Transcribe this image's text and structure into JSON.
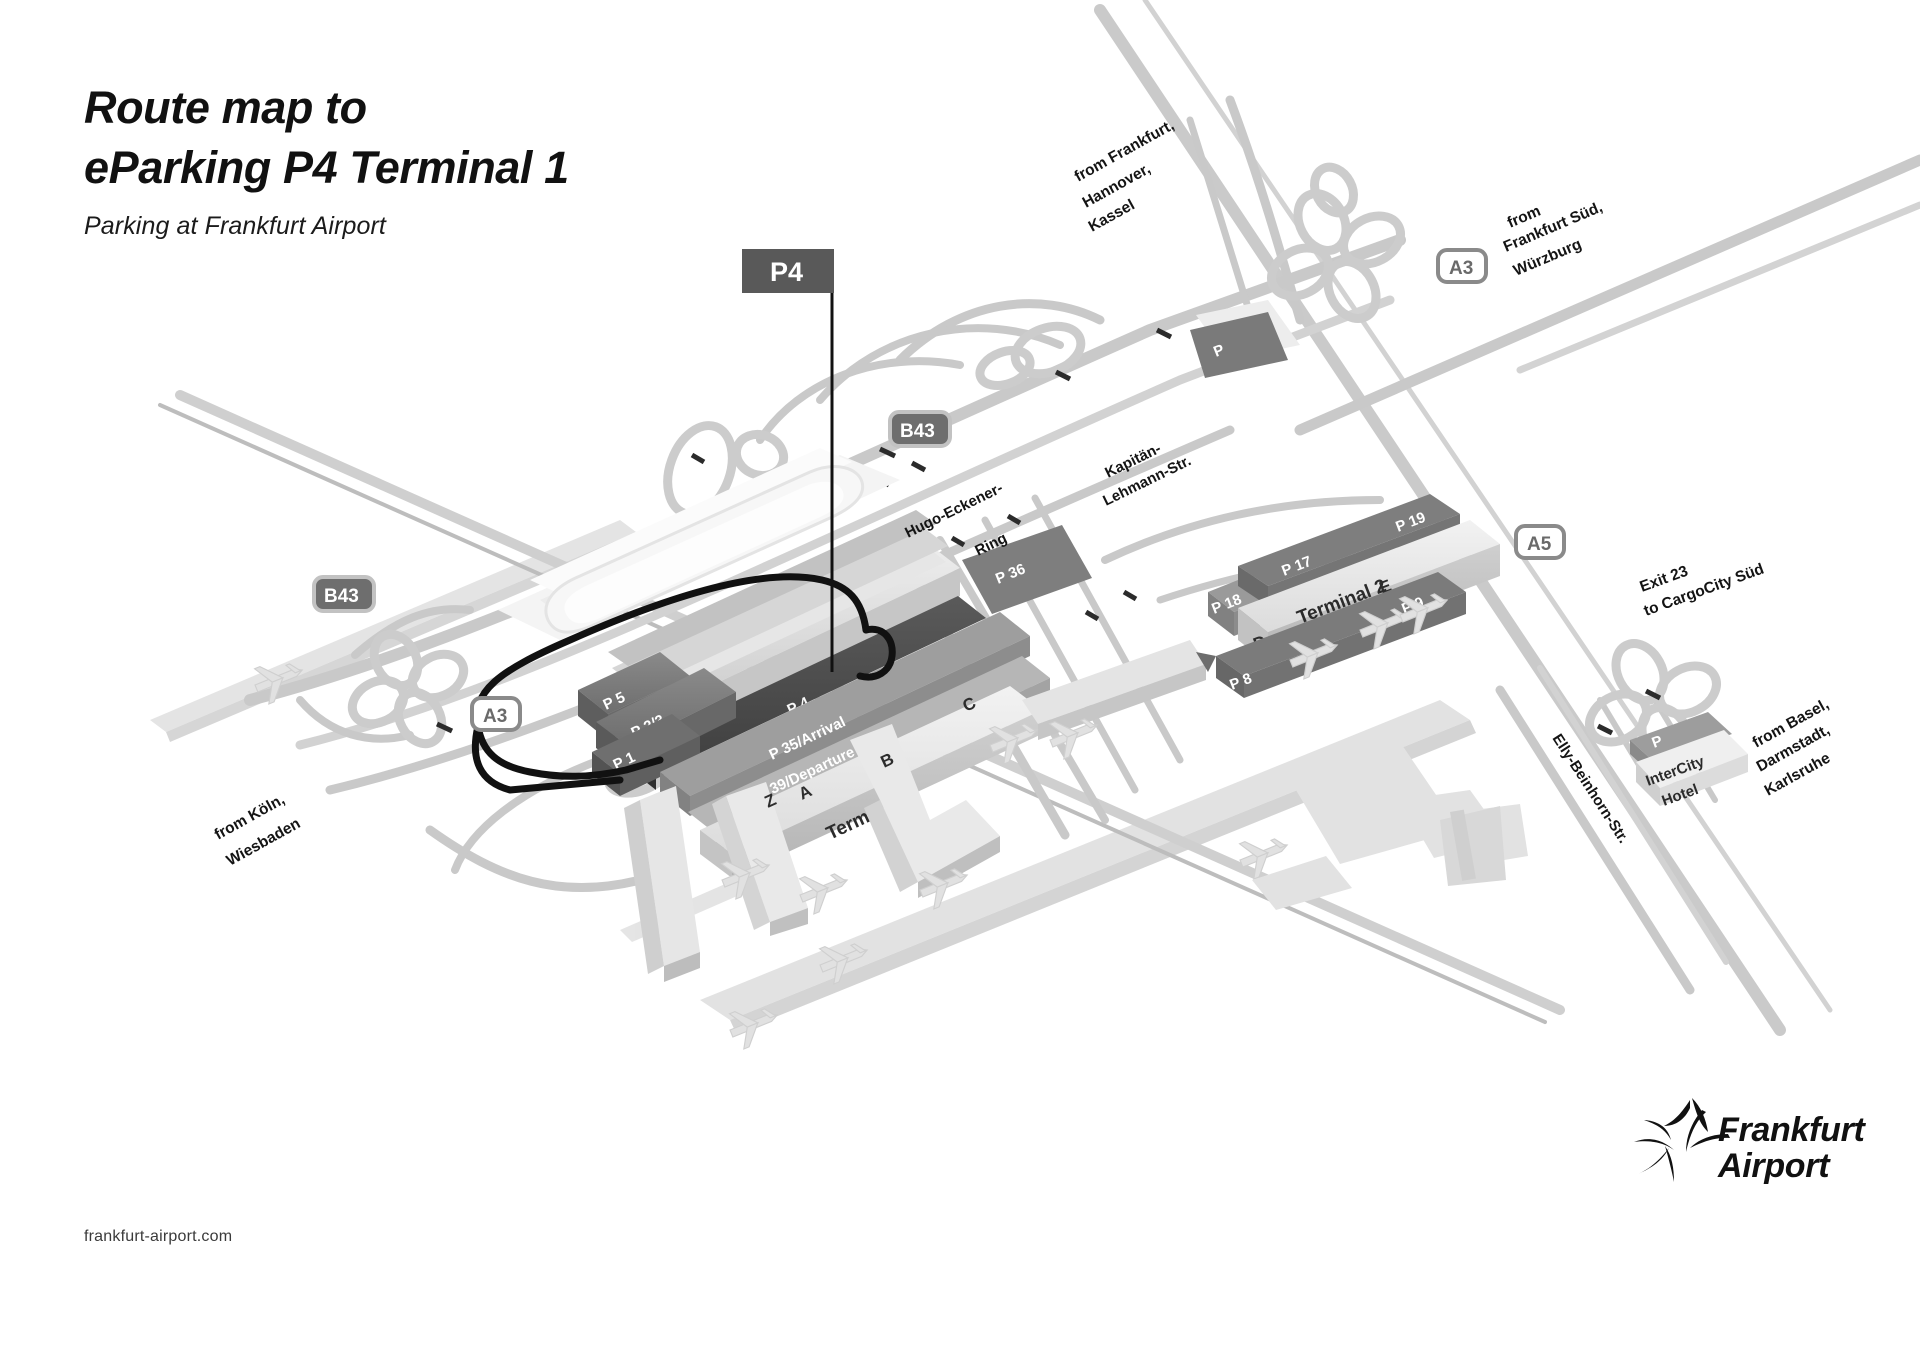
{
  "header": {
    "title_line1": "Route map to",
    "title_line2": "eParking P4 Terminal 1",
    "subtitle": "Parking at Frankfurt Airport"
  },
  "footer": {
    "url": "frankfurt-airport.com"
  },
  "logo": {
    "name": "frankfurt-airport-logo",
    "line1": "Frankfurt",
    "line2": "Airport"
  },
  "marker": {
    "flag_label": "P4"
  },
  "map": {
    "approach_labels": [
      {
        "id": "from-frankfurt-hannover-kassel",
        "lines": [
          "from Frankfurt,",
          "Hannover,",
          "Kassel"
        ]
      },
      {
        "id": "from-frankfurt-sued-wuerzburg",
        "lines": [
          "from",
          "Frankfurt Süd,",
          "Würzburg"
        ]
      },
      {
        "id": "from-koeln-wiesbaden",
        "lines": [
          "from Köln,",
          "Wiesbaden"
        ]
      },
      {
        "id": "from-basel-darmstadt-karlsruhe",
        "lines": [
          "from Basel,",
          "Darmstadt,",
          "Karlsruhe"
        ]
      },
      {
        "id": "exit-23-cargocity-sued",
        "lines": [
          "Exit 23",
          "to CargoCity Süd"
        ]
      }
    ],
    "road_shields": [
      {
        "id": "shield-a3-north",
        "label": "A3",
        "style": "outline"
      },
      {
        "id": "shield-a3-west",
        "label": "A3",
        "style": "outline"
      },
      {
        "id": "shield-a5",
        "label": "A5",
        "style": "outline"
      },
      {
        "id": "shield-b43-north",
        "label": "B43",
        "style": "filled"
      },
      {
        "id": "shield-b43-west",
        "label": "B43",
        "style": "filled"
      }
    ],
    "street_names": [
      {
        "id": "street-hugo-eckener-ring",
        "lines": [
          "Hugo-Eckener-",
          "Ring"
        ]
      },
      {
        "id": "street-kapitaen-lehmann",
        "lines": [
          "Kapitän-",
          "Lehmann-Str."
        ]
      },
      {
        "id": "street-elly-beinhorn",
        "lines": [
          "Elly-Beinhorn-Str."
        ]
      }
    ],
    "parking_labels": [
      {
        "id": "parking-p4",
        "label": "P 4",
        "highlight": true
      },
      {
        "id": "parking-p5",
        "label": "P 5"
      },
      {
        "id": "parking-p2-3",
        "label": "P 2/3"
      },
      {
        "id": "parking-p1",
        "label": "P 1"
      },
      {
        "id": "parking-p36",
        "label": "P 36"
      },
      {
        "id": "parking-p35-arrival",
        "label": "P 35/Arrival"
      },
      {
        "id": "parking-p39-departure",
        "label": "P 39/Departure"
      },
      {
        "id": "parking-p18",
        "label": "P 18"
      },
      {
        "id": "parking-p17",
        "label": "P 17"
      },
      {
        "id": "parking-p19",
        "label": "P 19"
      },
      {
        "id": "parking-p8",
        "label": "P 8"
      },
      {
        "id": "parking-p9",
        "label": "P 9"
      },
      {
        "id": "parking-north-p",
        "label": "P"
      },
      {
        "id": "parking-hotel-p",
        "label": "P"
      }
    ],
    "terminals": [
      {
        "id": "terminal-1",
        "label": "Terminal 1",
        "gates": [
          "Z",
          "A",
          "B",
          "C"
        ]
      },
      {
        "id": "terminal-2",
        "label": "Terminal 2",
        "gates": [
          "D",
          "E"
        ]
      }
    ],
    "buildings": [
      {
        "id": "intercity-hotel",
        "lines": [
          "InterCity",
          "Hotel"
        ]
      }
    ]
  },
  "colors": {
    "page_background": "#ffffff",
    "road": "#c9c9c9",
    "road_light": "#d8d8d8",
    "route_highlight": "#111111",
    "parking_dark": "#767676",
    "parking_darker": "#4d4d4d",
    "terminal_light": "#e3e3e3",
    "terminal_mid": "#bdbdbd",
    "shield_fill": "#6e6e6e",
    "flag_fill": "#595959",
    "text": "#141414"
  }
}
